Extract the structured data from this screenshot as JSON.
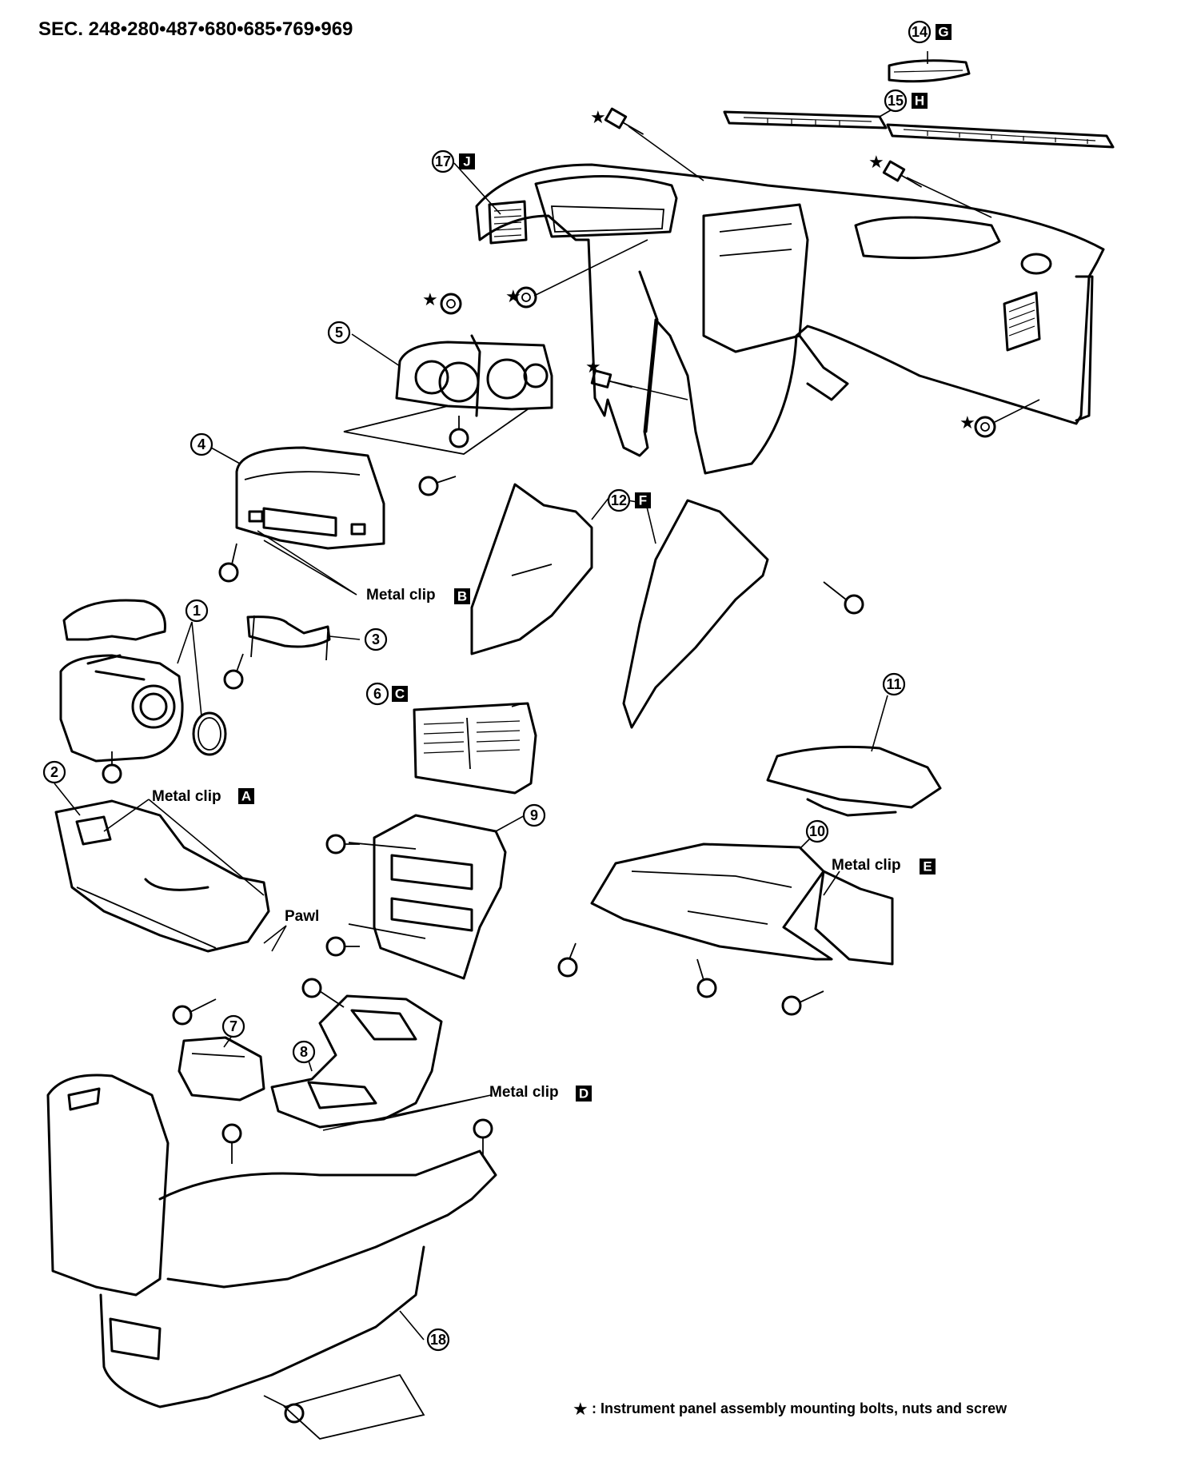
{
  "title": "SEC. 248•280•487•680•685•769•969",
  "callouts": [
    {
      "id": "c1",
      "number": "1"
    },
    {
      "id": "c2",
      "number": "2"
    },
    {
      "id": "c3",
      "number": "3"
    },
    {
      "id": "c4",
      "number": "4"
    },
    {
      "id": "c5",
      "number": "5"
    },
    {
      "id": "c6",
      "number": "6",
      "ref": "C"
    },
    {
      "id": "c7",
      "number": "7"
    },
    {
      "id": "c8",
      "number": "8"
    },
    {
      "id": "c9",
      "number": "9"
    },
    {
      "id": "c10",
      "number": "10"
    },
    {
      "id": "c11",
      "number": "11"
    },
    {
      "id": "c12",
      "number": "12",
      "ref": "F"
    },
    {
      "id": "c14",
      "number": "14",
      "ref": "G"
    },
    {
      "id": "c15",
      "number": "15",
      "ref": "H"
    },
    {
      "id": "c17",
      "number": "17",
      "ref": "J"
    },
    {
      "id": "c18",
      "number": "18"
    }
  ],
  "labels": {
    "metal_clip": "Metal clip",
    "pawl": "Pawl",
    "ref_a": "A",
    "ref_b": "B",
    "ref_d": "D",
    "ref_e": "E"
  },
  "star_symbol": "★",
  "legend": {
    "symbol": "★",
    "text": ": Instrument panel assembly mounting bolts, nuts and screw"
  }
}
